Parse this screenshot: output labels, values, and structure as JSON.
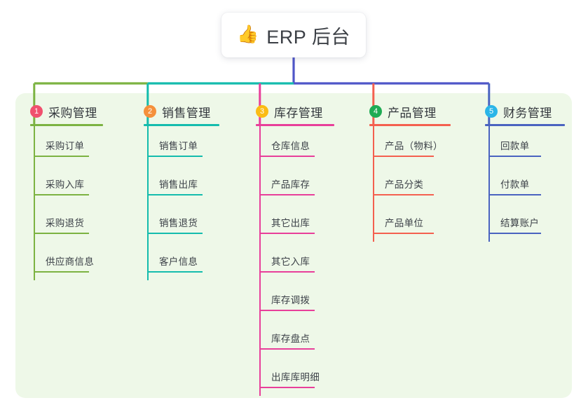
{
  "diagram": {
    "type": "mindmap",
    "root": {
      "icon": "thumbs-up-icon",
      "icon_glyph": "👍",
      "title": "ERP 后台"
    },
    "panel_color": "#eef8e8",
    "background_color": "#ffffff",
    "root_stem_color": "#4f56c8",
    "columns": [
      {
        "number": "1",
        "title": "采购管理",
        "badge_color": "#f0506e",
        "line_color": "#7cb342",
        "items": [
          {
            "label": "采购订单"
          },
          {
            "label": "采购入库"
          },
          {
            "label": "采购退货"
          },
          {
            "label": "供应商信息"
          }
        ]
      },
      {
        "number": "2",
        "title": "销售管理",
        "badge_color": "#f5903b",
        "line_color": "#14bcad",
        "items": [
          {
            "label": "销售订单"
          },
          {
            "label": "销售出库"
          },
          {
            "label": "销售退货"
          },
          {
            "label": "客户信息"
          }
        ]
      },
      {
        "number": "3",
        "title": "库存管理",
        "badge_color": "#fbbc14",
        "line_color": "#e83f9a",
        "items": [
          {
            "label": "仓库信息"
          },
          {
            "label": "产品库存"
          },
          {
            "label": "其它出库"
          },
          {
            "label": "其它入库"
          },
          {
            "label": "库存调拨"
          },
          {
            "label": "库存盘点"
          },
          {
            "label": "出库库明细"
          }
        ]
      },
      {
        "number": "4",
        "title": "产品管理",
        "badge_color": "#1fab54",
        "line_color": "#f4604f",
        "items": [
          {
            "label": "产品（物料）"
          },
          {
            "label": "产品分类"
          },
          {
            "label": "产品单位"
          }
        ]
      },
      {
        "number": "5",
        "title": "财务管理",
        "badge_color": "#2ab5e8",
        "line_color": "#4a63c0",
        "items": [
          {
            "label": "回款单"
          },
          {
            "label": "付款单"
          },
          {
            "label": "结算账户"
          }
        ]
      }
    ]
  }
}
